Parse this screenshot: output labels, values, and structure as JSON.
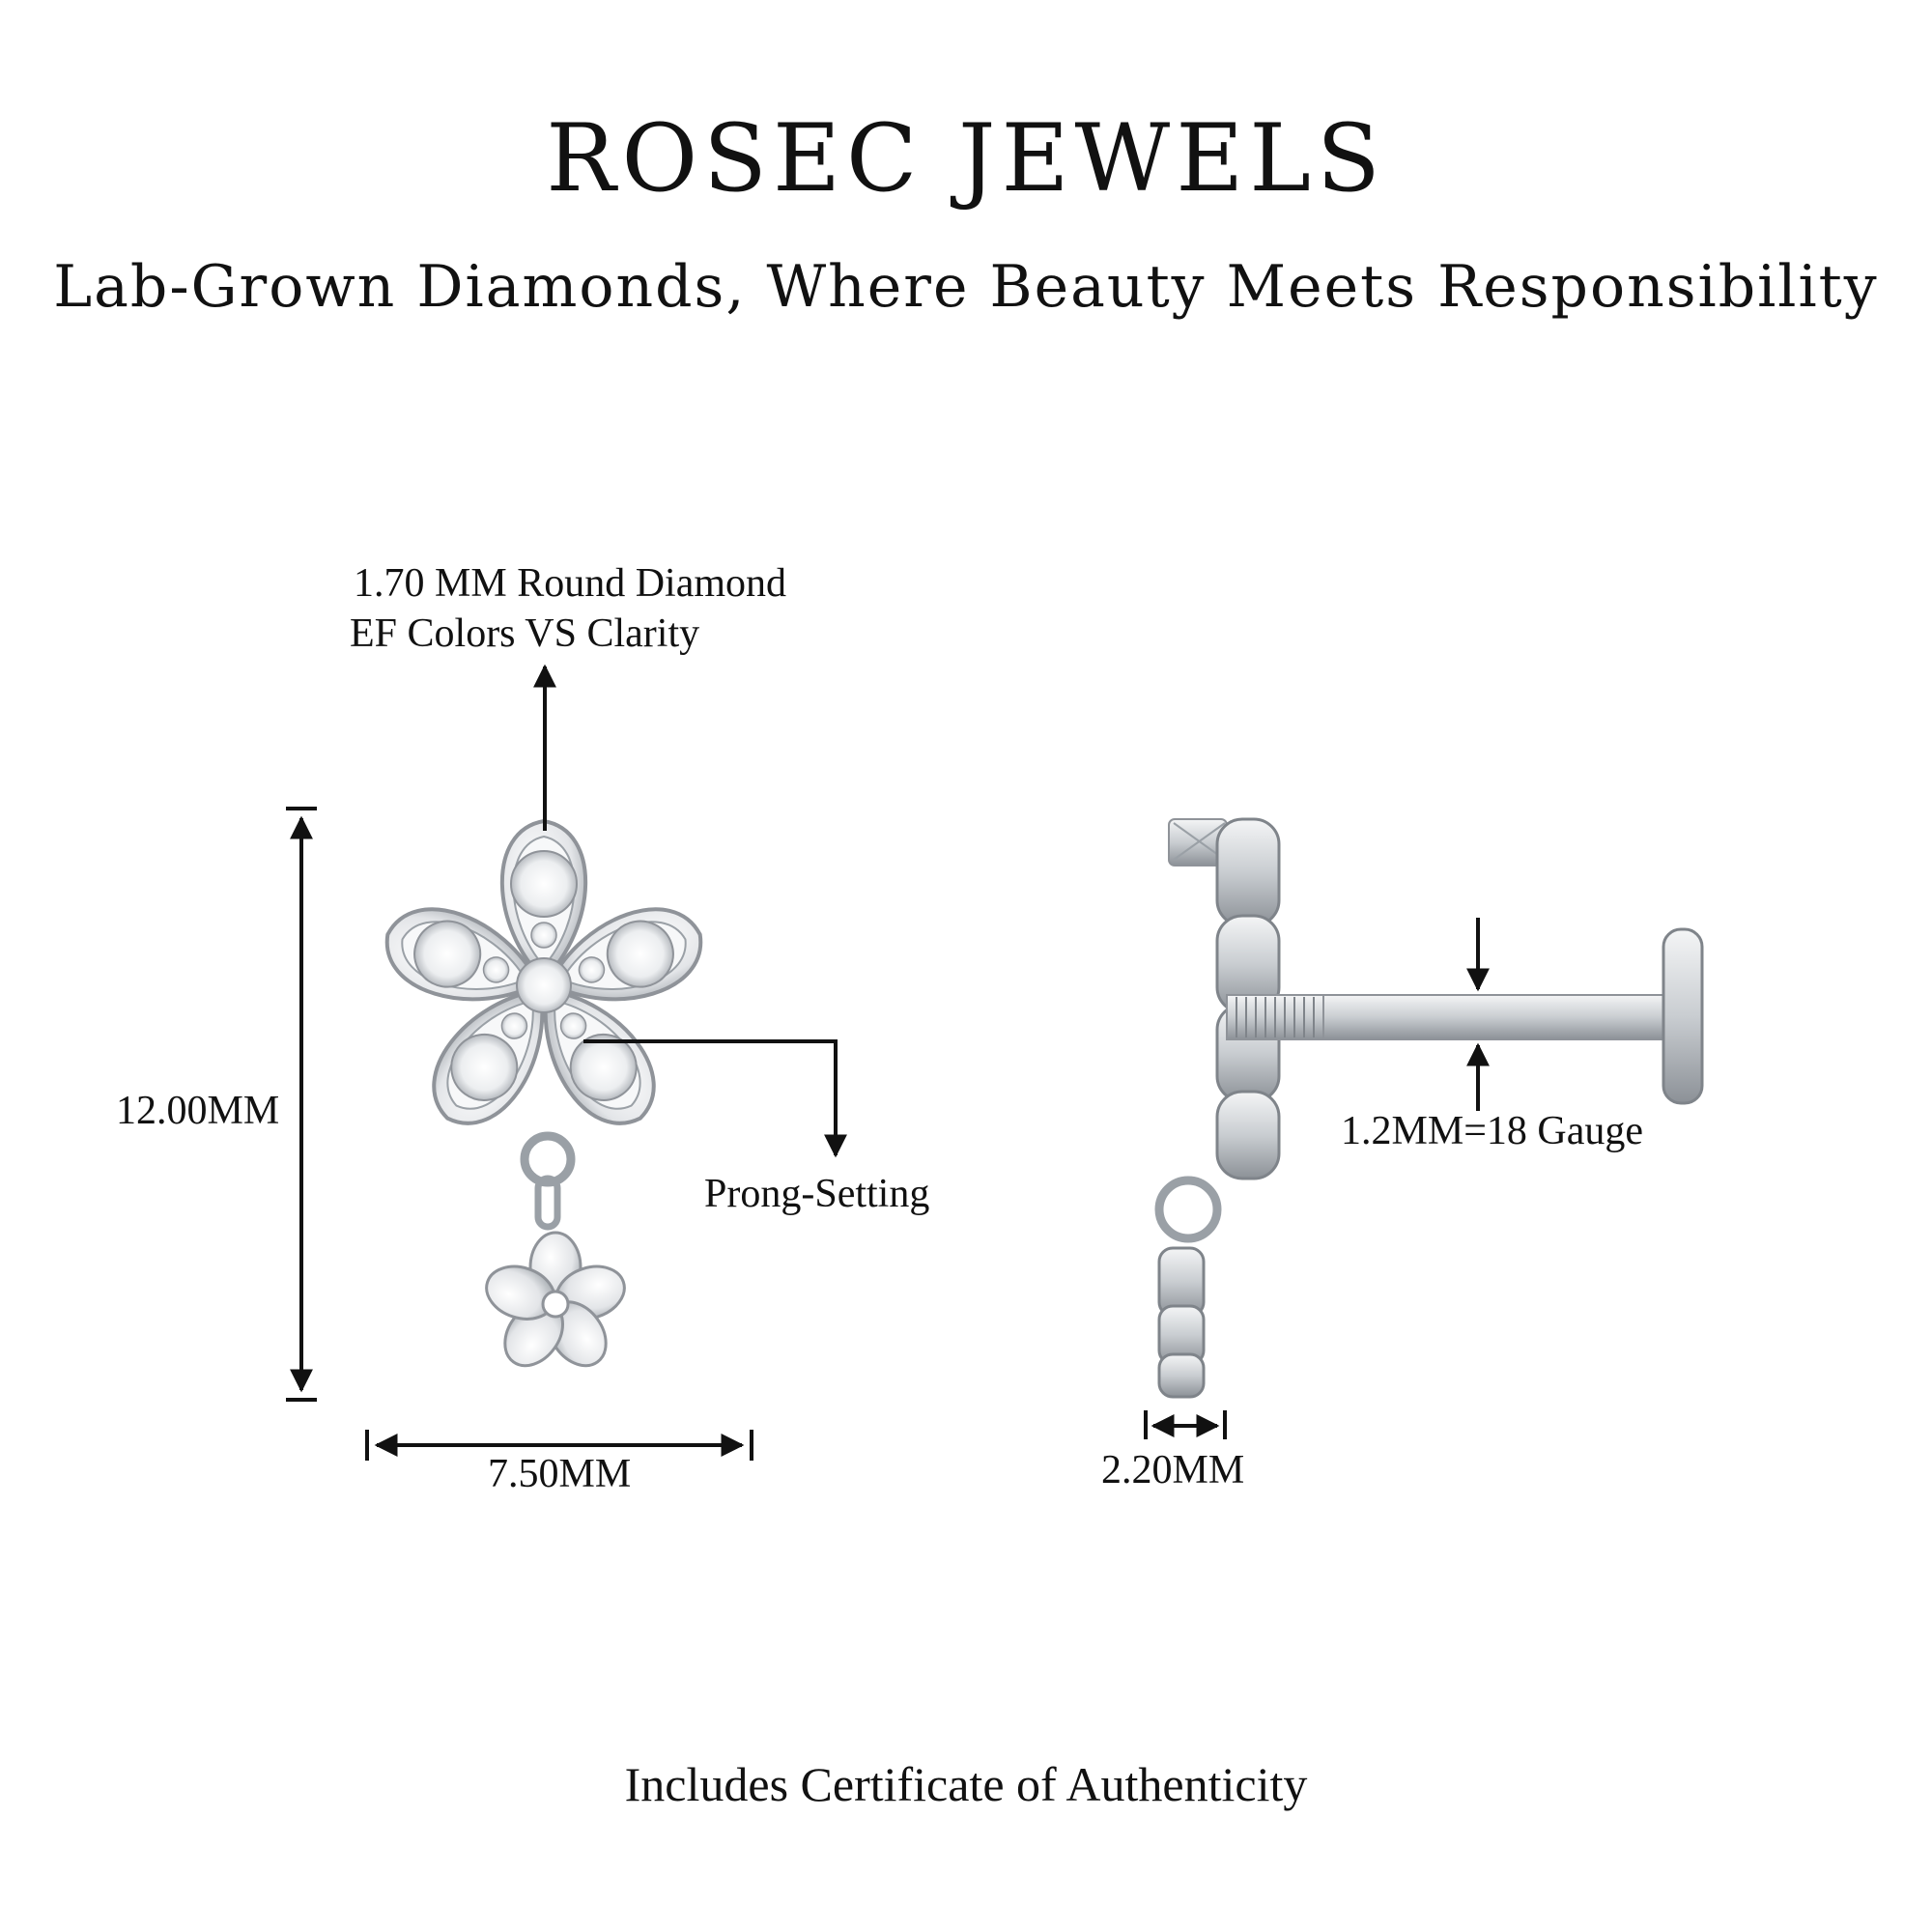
{
  "header": {
    "brand": "ROSEC JEWELS",
    "tagline": "Lab-Grown Diamonds, Where Beauty Meets Responsibility"
  },
  "annotations": {
    "diamond_line1": "1.70 MM Round Diamond",
    "diamond_line2": "EF Colors VS Clarity",
    "setting": "Prong-Setting",
    "height": "12.00MM",
    "width": "7.50MM",
    "thickness": "2.20MM",
    "gauge": "1.2MM=18 Gauge"
  },
  "footer": {
    "note": "Includes Certificate of Authenticity"
  },
  "colors": {
    "metal": "#d9dcdf",
    "metal_dark": "#8f9399",
    "ink": "#111111"
  }
}
